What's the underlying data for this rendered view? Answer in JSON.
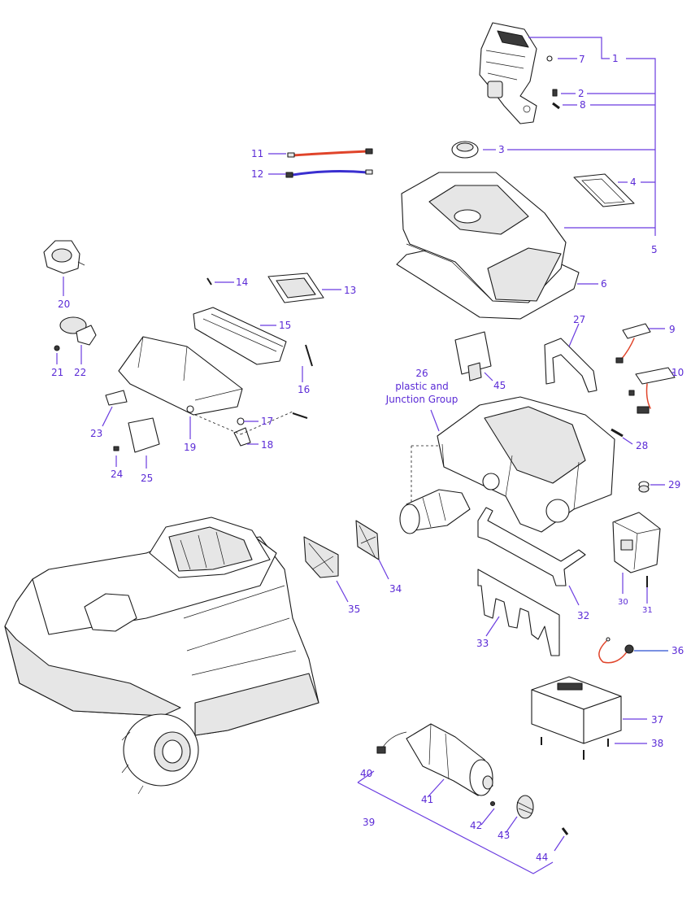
{
  "diagram": {
    "callouts": [
      {
        "id": "c1",
        "text": "1"
      },
      {
        "id": "c2",
        "text": "2"
      },
      {
        "id": "c3",
        "text": "3"
      },
      {
        "id": "c4",
        "text": "4"
      },
      {
        "id": "c5",
        "text": "5"
      },
      {
        "id": "c6",
        "text": "6"
      },
      {
        "id": "c7",
        "text": "7"
      },
      {
        "id": "c8",
        "text": "8"
      },
      {
        "id": "c9",
        "text": "9"
      },
      {
        "id": "c10",
        "text": "10"
      },
      {
        "id": "c11",
        "text": "11"
      },
      {
        "id": "c12",
        "text": "12"
      },
      {
        "id": "c13",
        "text": "13"
      },
      {
        "id": "c14",
        "text": "14"
      },
      {
        "id": "c15",
        "text": "15"
      },
      {
        "id": "c16",
        "text": "16"
      },
      {
        "id": "c17",
        "text": "17"
      },
      {
        "id": "c18",
        "text": "18"
      },
      {
        "id": "c19",
        "text": "19"
      },
      {
        "id": "c20",
        "text": "20"
      },
      {
        "id": "c21",
        "text": "21"
      },
      {
        "id": "c22",
        "text": "22"
      },
      {
        "id": "c23",
        "text": "23"
      },
      {
        "id": "c24",
        "text": "24"
      },
      {
        "id": "c25",
        "text": "25"
      },
      {
        "id": "c27",
        "text": "27"
      },
      {
        "id": "c28",
        "text": "28"
      },
      {
        "id": "c29",
        "text": "29"
      },
      {
        "id": "c30",
        "text": "30"
      },
      {
        "id": "c31",
        "text": "31"
      },
      {
        "id": "c32",
        "text": "32"
      },
      {
        "id": "c33",
        "text": "33"
      },
      {
        "id": "c34",
        "text": "34"
      },
      {
        "id": "c35",
        "text": "35"
      },
      {
        "id": "c36",
        "text": "36"
      },
      {
        "id": "c37",
        "text": "37"
      },
      {
        "id": "c38",
        "text": "38"
      },
      {
        "id": "c39",
        "text": "39"
      },
      {
        "id": "c40",
        "text": "40"
      },
      {
        "id": "c41",
        "text": "41"
      },
      {
        "id": "c42",
        "text": "42"
      },
      {
        "id": "c43",
        "text": "43"
      },
      {
        "id": "c44",
        "text": "44"
      },
      {
        "id": "c45",
        "text": "45"
      }
    ],
    "group_26": {
      "number": "26",
      "line1": "plastic and",
      "line2": "Junction Group"
    }
  },
  "colors": {
    "callout": "#5b2bd6",
    "leader": "#6a3be0",
    "wire_11": "#e0442a",
    "wire_12": "#3a2fd0",
    "wire_36": "#e0442a"
  }
}
